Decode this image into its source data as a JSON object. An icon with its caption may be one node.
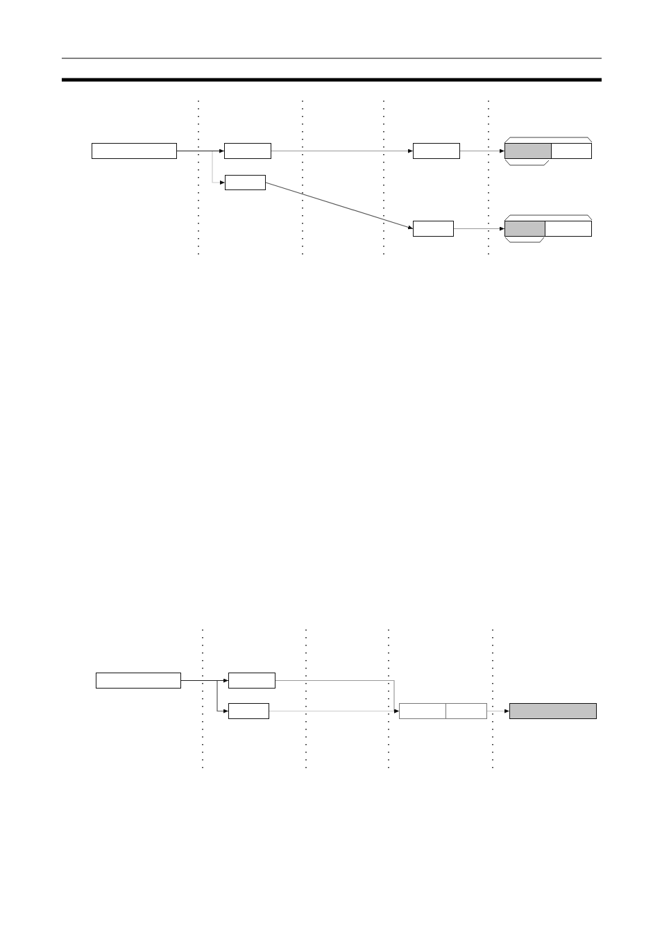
{
  "diagram": {
    "nodes": [
      {
        "text": [],
        "shape": "box"
      },
      {
        "text": [],
        "shape": "box"
      },
      {
        "text": [],
        "shape": "box"
      },
      {
        "text": [],
        "shape": "box"
      },
      {
        "text": [],
        "shape": "box"
      },
      {
        "text": [],
        "shape": "box",
        "in": 4
      },
      {
        "text": [],
        "shape": "box"
      },
      {
        "text": [],
        "shape": "box"
      },
      {
        "text": [],
        "shape": "box",
        "in": 7
      },
      {
        "text": [],
        "shape": "box"
      },
      {
        "text": [],
        "shape": "box"
      },
      {
        "text": [],
        "shape": "box"
      },
      {
        "text": [],
        "shape": "box"
      },
      {
        "text": [],
        "shape": "box",
        "in": 12
      },
      {
        "text": [],
        "shape": "box"
      }
    ],
    "edges": [
      {
        "from": 0,
        "to": 1,
        "arrow": "to",
        "color": "#222222"
      },
      {
        "from": 0,
        "to": 2,
        "arrow": "to",
        "color": "#cccccc"
      },
      {
        "from": 1,
        "to": 3,
        "arrow": "to"
      },
      {
        "from": 3,
        "to": 4,
        "arrow": "to"
      },
      {
        "from": 2,
        "to": 6,
        "arrow": "to",
        "color": "#555555"
      },
      {
        "from": 6,
        "to": 7,
        "arrow": "to"
      },
      {
        "from": 9,
        "to": 10,
        "arrow": "to",
        "color": "#222222"
      },
      {
        "from": 9,
        "to": 11,
        "arrow": "to",
        "color": "#555555"
      },
      {
        "from": 10,
        "to": 12,
        "arrow": "to"
      },
      {
        "from": 11,
        "to": 12,
        "arrow": "to",
        "color": "#cccccc"
      },
      {
        "from": 12,
        "to": 14,
        "arrow": "to",
        "color": "#cccccc"
      }
    ]
  }
}
